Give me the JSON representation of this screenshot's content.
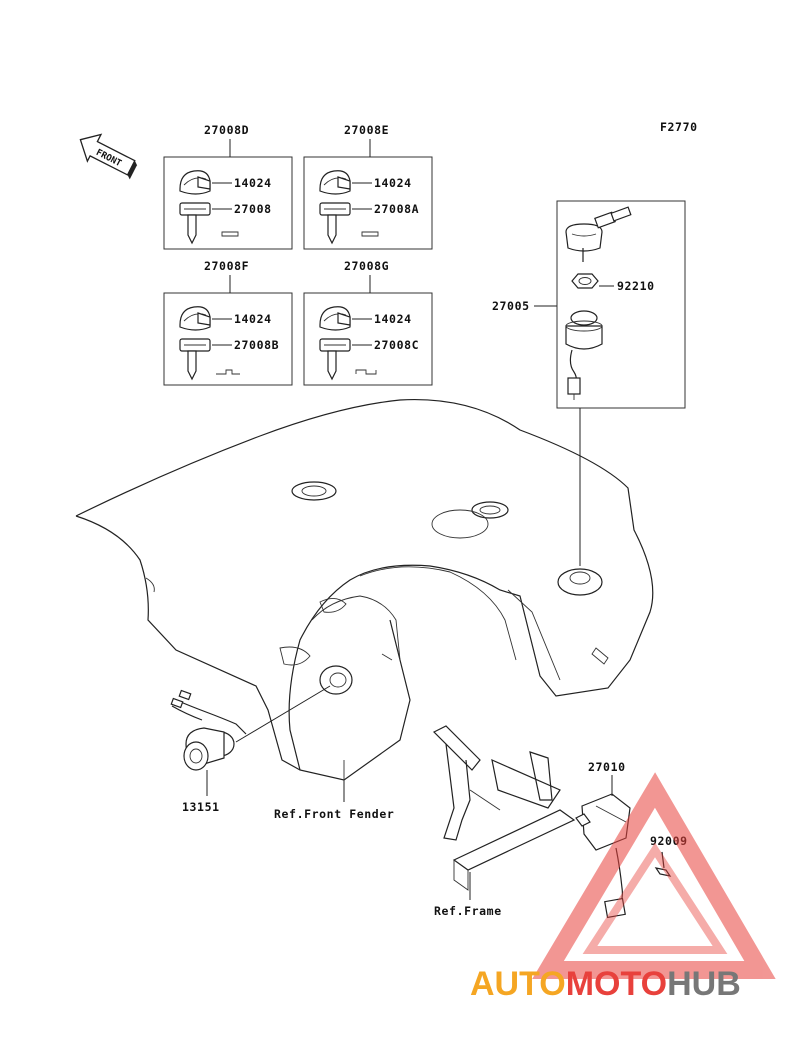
{
  "figure_code": "F2770",
  "front_label": "FRONT",
  "key_sets": [
    {
      "set_no": "27008D",
      "cap_part": "14024",
      "key_part": "27008"
    },
    {
      "set_no": "27008E",
      "cap_part": "14024",
      "key_part": "27008A"
    },
    {
      "set_no": "27008F",
      "cap_part": "14024",
      "key_part": "27008B"
    },
    {
      "set_no": "27008G",
      "cap_part": "14024",
      "key_part": "27008C"
    }
  ],
  "ignition_switch": {
    "assembly": "27005",
    "nut": "92210"
  },
  "parts": {
    "connector": "13151",
    "bracket_switch": "27010",
    "bolt": "92009"
  },
  "references": {
    "front_fender": "Ref.Front Fender",
    "frame": "Ref.Frame"
  },
  "watermark": {
    "part1": "AUTO",
    "part2": "MOTO",
    "part3": "HUB",
    "color1": "#f5a623",
    "color2": "#e8413c",
    "color3": "#777777"
  }
}
